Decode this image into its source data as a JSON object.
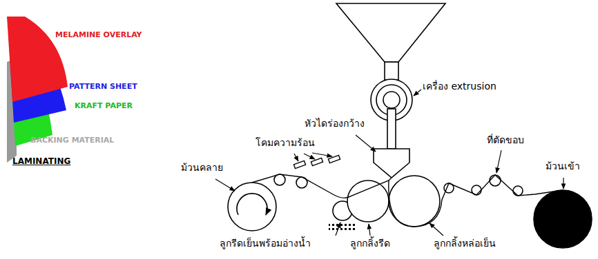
{
  "diagram": {
    "labels": [
      "MELAMINE OVERLAY",
      "PATTERN SHEET",
      "KRAFT PAPER",
      "BACKING MATERIAL",
      "LAMINATING",
      "เครื่อง extrusion",
      "หัวไดร่องกว้าง",
      "โคมความร้อน",
      "ที่ตัดขอบ",
      "ม้วนคลาย",
      "ม้วนเข้า",
      "ลูกรีดเย็นพร้อมอ่างน้ำ",
      "ลูกกลิ้งรีด",
      "ลูกกลิ้งหล่อเย็น"
    ]
  }
}
